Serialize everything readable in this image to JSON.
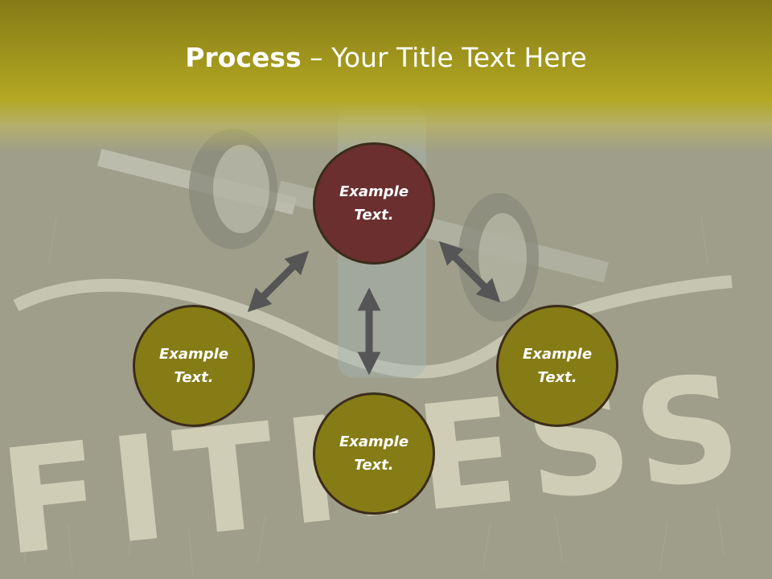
{
  "slide": {
    "title_bold": "Process",
    "title_rest": " – Your Title Text Here",
    "background_photo_text": "FITNESS"
  },
  "diagram": {
    "nodes": [
      {
        "id": "top",
        "line1": "Example",
        "line2": "Text."
      },
      {
        "id": "left",
        "line1": "Example",
        "line2": "Text."
      },
      {
        "id": "right",
        "line1": "Example",
        "line2": "Text."
      },
      {
        "id": "bottom",
        "line1": "Example",
        "line2": "Text."
      }
    ],
    "arrows": [
      "top-left",
      "top-right",
      "top-bottom"
    ]
  },
  "colors": {
    "title_band": "#a49a1e",
    "top_node": "#6b2f30",
    "other_nodes": "#857c16",
    "node_border": "#3b2c1a",
    "arrow": "#555555",
    "title_text": "#ffffff"
  }
}
